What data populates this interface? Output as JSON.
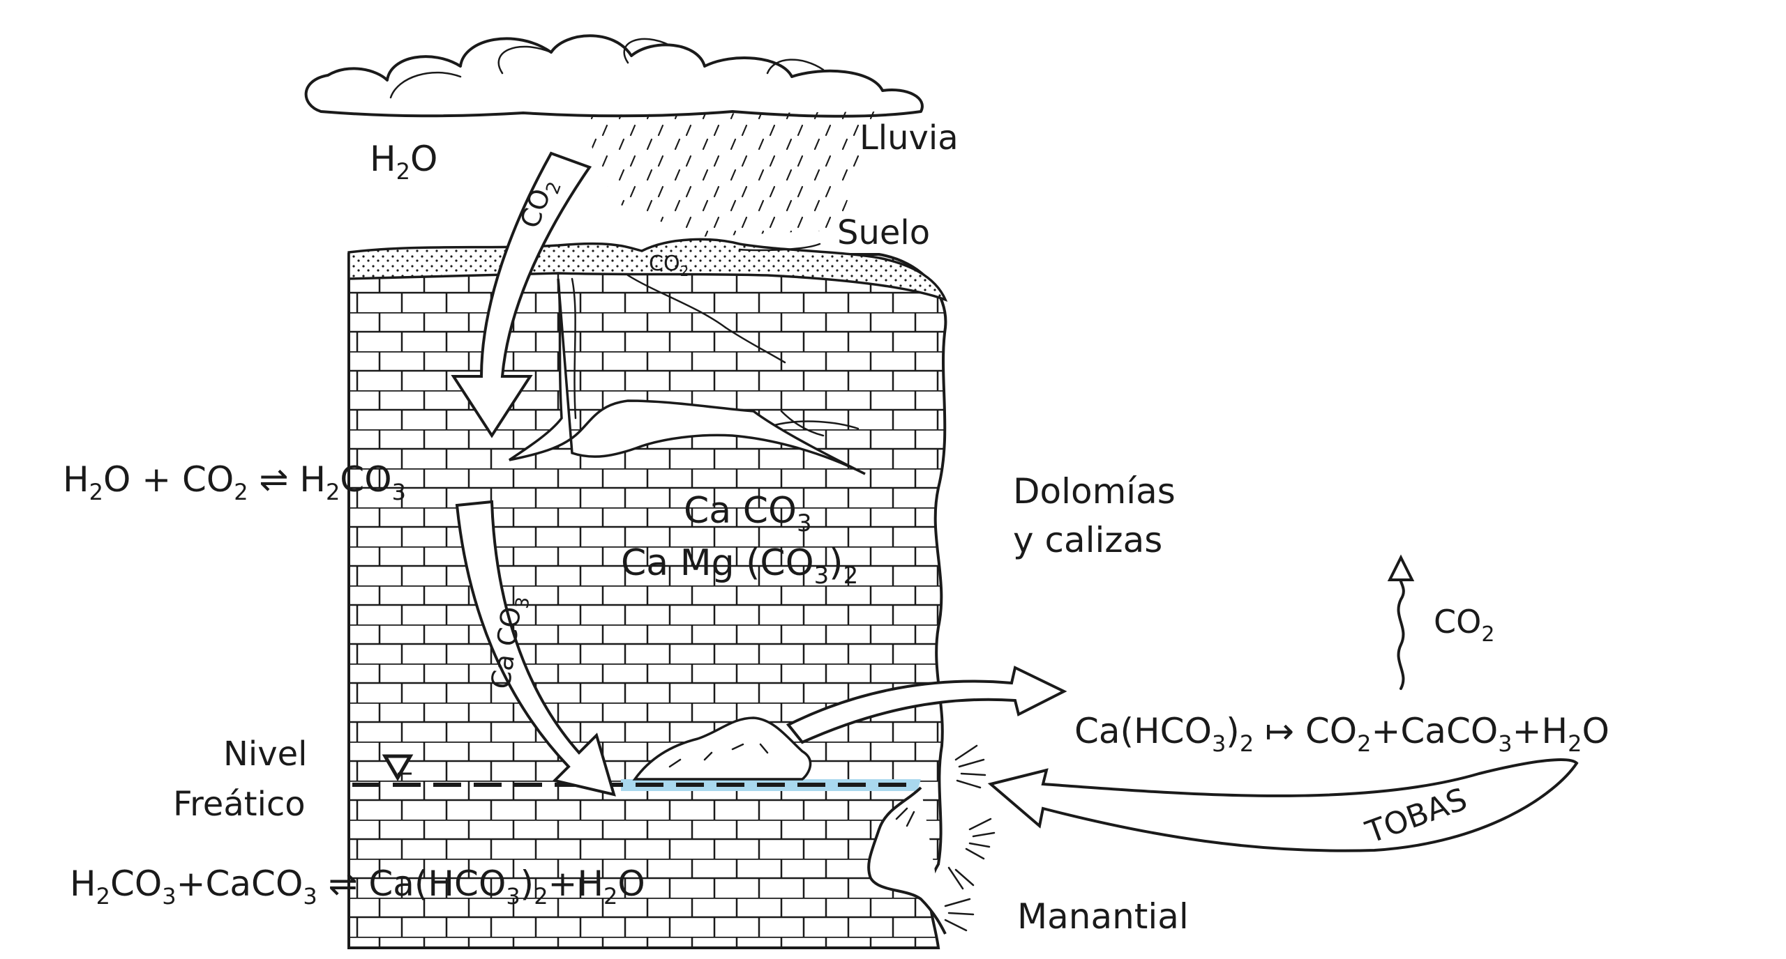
{
  "labels": {
    "rain": "Lluvia",
    "water": "H",
    "water_sub": "2",
    "water_tail": "O",
    "soil": "Suelo",
    "soil_co2": "CO",
    "soil_co2_sub": "2",
    "rock": "Dolomías",
    "rock_line2": "y calizas",
    "water_table": "Nivel",
    "water_table_line2": "Freático",
    "spring": "Manantial",
    "tufa": "TOBAS",
    "co2_release": "CO",
    "co2_release_sub": "2",
    "arrow_co2": "CO",
    "arrow_co2_sub": "2",
    "arrow_caco3": "Ca CO",
    "arrow_caco3_sub": "3"
  },
  "equations": {
    "eq1": {
      "a": "H",
      "a_sub": "2",
      "b": "O + CO",
      "b_sub": "2",
      "arrow": " ⇌ ",
      "c": "H",
      "c_sub": "2",
      "d": "CO",
      "d_sub": "3"
    },
    "eq2": {
      "a": "H",
      "a_sub": "2",
      "b": "CO",
      "b_sub": "3",
      "c": "+CaCO",
      "c_sub": "3",
      "arrow": " ⇌ ",
      "d": "Ca(HCO",
      "d_sub": "3",
      "e": ")",
      "e_sub": "2",
      "f": "+H",
      "f_sub": "2",
      "g": "O"
    },
    "eq3": {
      "a": "Ca(HCO",
      "a_sub": "3",
      "b": ")",
      "b_sub": "2",
      "arrow": " ↦ ",
      "c": "CO",
      "c_sub": "2",
      "d": "+CaCO",
      "d_sub": "3",
      "e": "+H",
      "e_sub": "2",
      "f": "O"
    },
    "minerals": {
      "a": "Ca CO",
      "a_sub": "3",
      "b": "Ca Mg (CO",
      "b_sub": "3",
      "c": ")",
      "c_sub": "2"
    }
  },
  "colors": {
    "ink": "#1a1a1a",
    "water_table_fill": "#a9d8ee",
    "background": "#ffffff"
  }
}
